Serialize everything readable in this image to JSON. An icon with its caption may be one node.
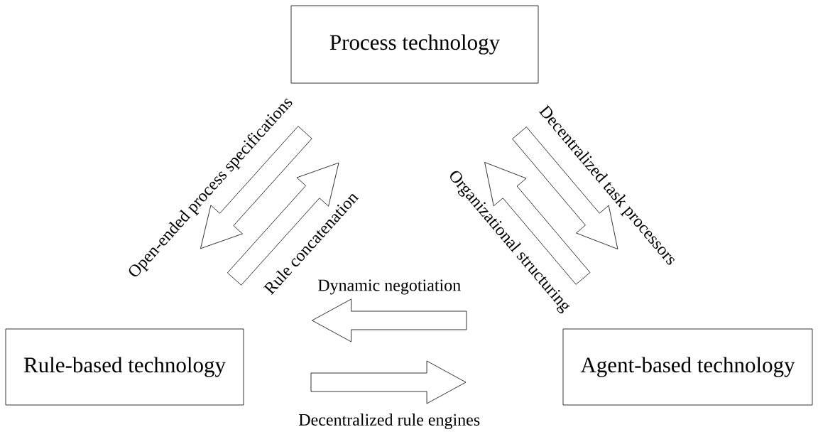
{
  "diagram": {
    "nodes": [
      {
        "text": [
          "Process technology"
        ]
      },
      {
        "text": [
          "Rule-based technology"
        ]
      },
      {
        "text": [
          "Agent-based technology"
        ]
      }
    ],
    "edges": [
      {
        "from": 0,
        "to": 1,
        "arrow": "to",
        "label": "Open-ended process specifications"
      },
      {
        "from": 1,
        "to": 0,
        "arrow": "to",
        "label": "Rule concatenation"
      },
      {
        "from": 2,
        "to": 0,
        "arrow": "to",
        "label": "Organizational structuring"
      },
      {
        "from": 0,
        "to": 2,
        "arrow": "to",
        "label": "Decentralized task processors"
      },
      {
        "from": 2,
        "to": 1,
        "arrow": "to",
        "label": "Dynamic negotiation"
      },
      {
        "from": 1,
        "to": 2,
        "arrow": "to",
        "label": "Decentralized rule engines"
      }
    ]
  }
}
